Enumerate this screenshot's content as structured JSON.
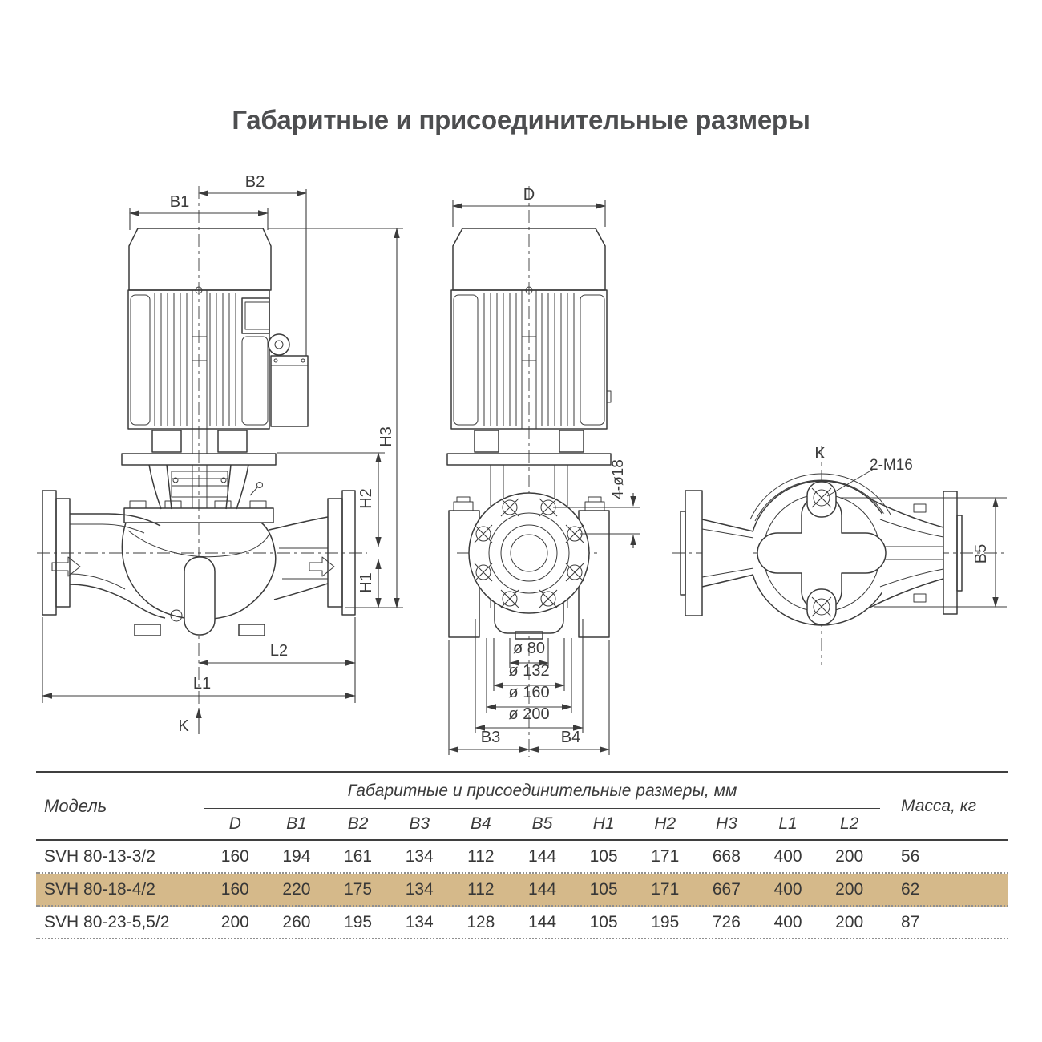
{
  "page": {
    "title": "Габаритные и присоединительные размеры"
  },
  "views": {
    "front": {
      "b1": "B1",
      "b2": "B2",
      "h1": "H1",
      "h2": "H2",
      "h3": "H3",
      "l1": "L1",
      "l2": "L2",
      "k": "K"
    },
    "side": {
      "d": "D",
      "holes": "4-ø18",
      "d80": "ø 80",
      "d132": "ø 132",
      "d160": "ø 160",
      "d200": "ø 200",
      "b3": "B3",
      "b4": "B4"
    },
    "top": {
      "k": "K",
      "thread": "2-M16",
      "b5": "B5"
    }
  },
  "table": {
    "header": {
      "model": "Модель",
      "group": "Габаритные и присоединительные размеры, мм",
      "mass": "Масса, кг",
      "dims": [
        "D",
        "B1",
        "B2",
        "B3",
        "B4",
        "B5",
        "H1",
        "H2",
        "H3",
        "L1",
        "L2"
      ]
    },
    "rows": [
      {
        "model": "SVH 80-13-3/2",
        "values": [
          "160",
          "194",
          "161",
          "134",
          "112",
          "144",
          "105",
          "171",
          "668",
          "400",
          "200"
        ],
        "mass": "56"
      },
      {
        "model": "SVH 80-18-4/2",
        "values": [
          "160",
          "220",
          "175",
          "134",
          "112",
          "144",
          "105",
          "171",
          "667",
          "400",
          "200"
        ],
        "mass": "62",
        "highlight": true
      },
      {
        "model": "SVH 80-23-5,5/2",
        "values": [
          "200",
          "260",
          "195",
          "134",
          "128",
          "144",
          "105",
          "195",
          "726",
          "400",
          "200"
        ],
        "mass": "87"
      }
    ],
    "highlight_color": "#d5b98a",
    "line_color": "#3b3b3b"
  }
}
